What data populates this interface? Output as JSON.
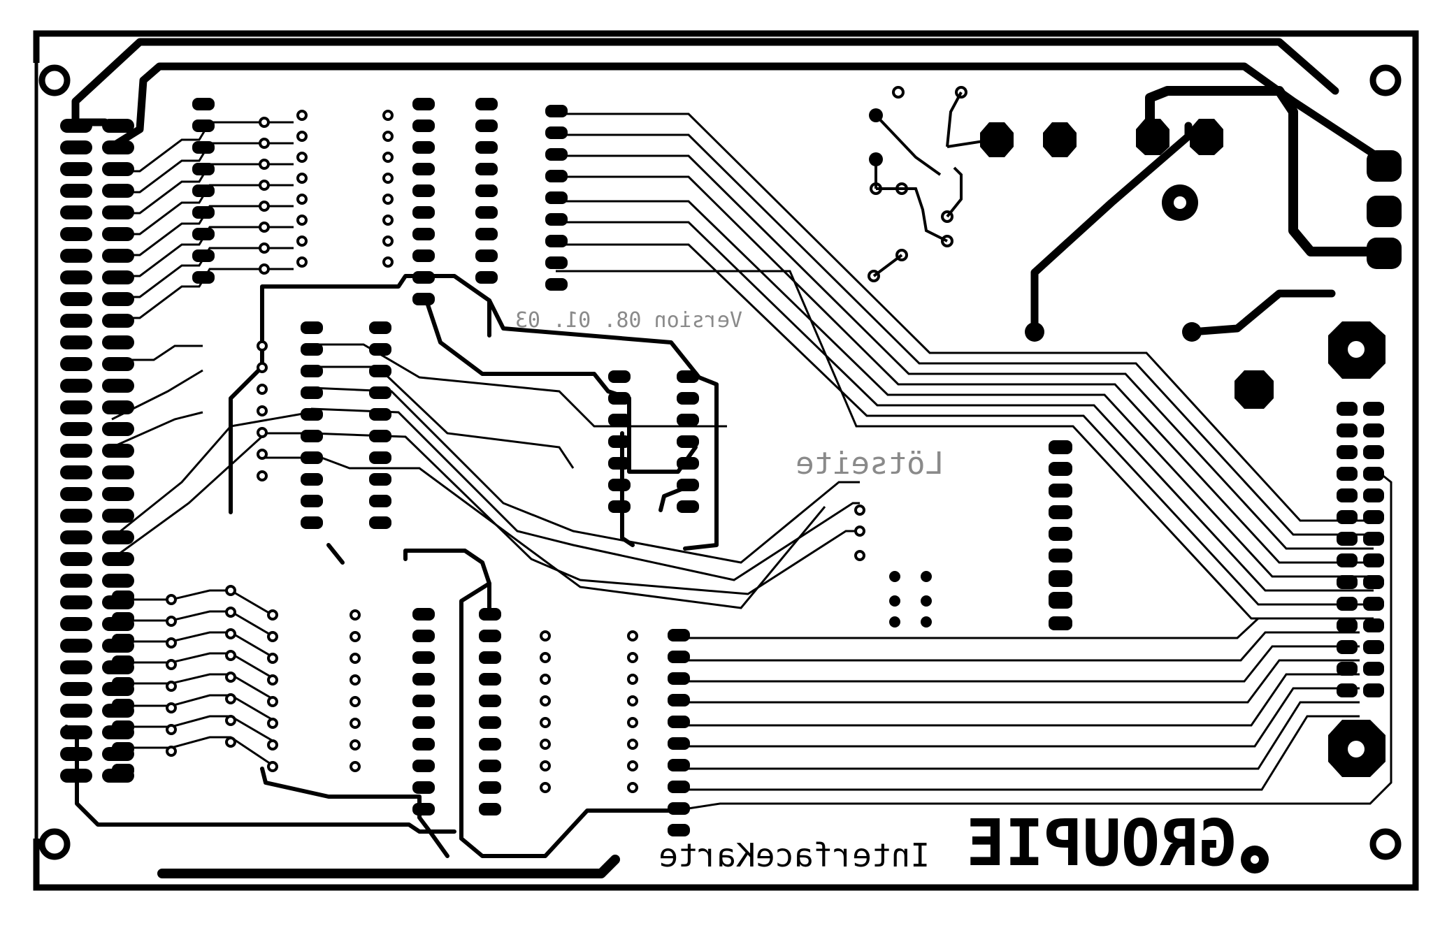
{
  "board": {
    "title": "GROUPIE",
    "subtitle": "InterfaceKarte",
    "version": "Version 08. 01. 03",
    "side_label": "Lötseite"
  },
  "colors": {
    "copper": "#000000",
    "background": "#ffffff",
    "silkscreen": "#8a8a8a"
  }
}
